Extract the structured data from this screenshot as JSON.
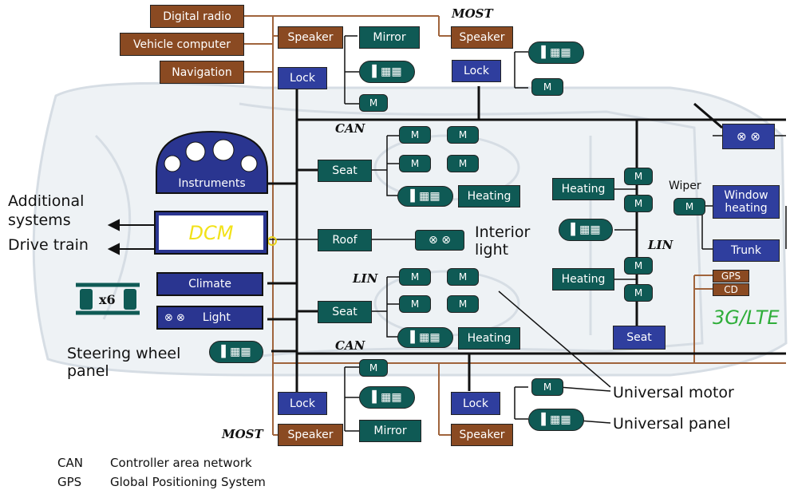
{
  "modules": {
    "digital_radio": "Digital radio",
    "vehicle_computer": "Vehicle computer",
    "navigation": "Navigation",
    "speaker_top_left": "Speaker",
    "mirror_top": "Mirror",
    "speaker_top_right": "Speaker",
    "lock_top_left": "Lock",
    "lock_top_right": "Lock",
    "instruments": "Instruments",
    "dcm": "DCM",
    "climate": "Climate",
    "light": "Light",
    "seat_front": "Seat",
    "roof": "Roof",
    "seat_rear": "Seat",
    "heating_front": "Heating",
    "heating_rear_bottom": "Heating",
    "heating_right_top": "Heating",
    "heating_right_mid": "Heating",
    "window_heating": "Window heating",
    "trunk": "Trunk",
    "gps": "GPS",
    "cd": "CD",
    "seat_right": "Seat",
    "lock_bottom_left": "Lock",
    "speaker_bottom_left": "Speaker",
    "mirror_bottom": "Mirror",
    "lock_bottom_right": "Lock",
    "speaker_bottom_right": "Speaker",
    "motor_symbol": "M"
  },
  "bus_labels": {
    "most_top": "MOST",
    "can_top": "CAN",
    "lin_left": "LIN",
    "can_bottom": "CAN",
    "lin_right": "LIN",
    "most_bottom": "MOST"
  },
  "annotations": {
    "additional_systems": "Additional systems",
    "drive_train": "Drive train",
    "interior_light": "Interior light",
    "wiper": "Wiper",
    "x6": "x6",
    "steering_wheel_panel": "Steering wheel panel",
    "universal_motor": "Universal motor",
    "universal_panel": "Universal panel",
    "three_g_lte": "3G/LTE"
  },
  "legend": [
    {
      "abbr": "CAN",
      "full": "Controller area network"
    },
    {
      "abbr": "GPS",
      "full": "Global Positioning System"
    }
  ],
  "colors": {
    "brown": "#8a4a22",
    "teal": "#0f5a55",
    "blue": "#2f3e9e",
    "dcm_text": "#f2e21a",
    "lte_text": "#2fae3a",
    "wire_brown": "#a0643c"
  }
}
